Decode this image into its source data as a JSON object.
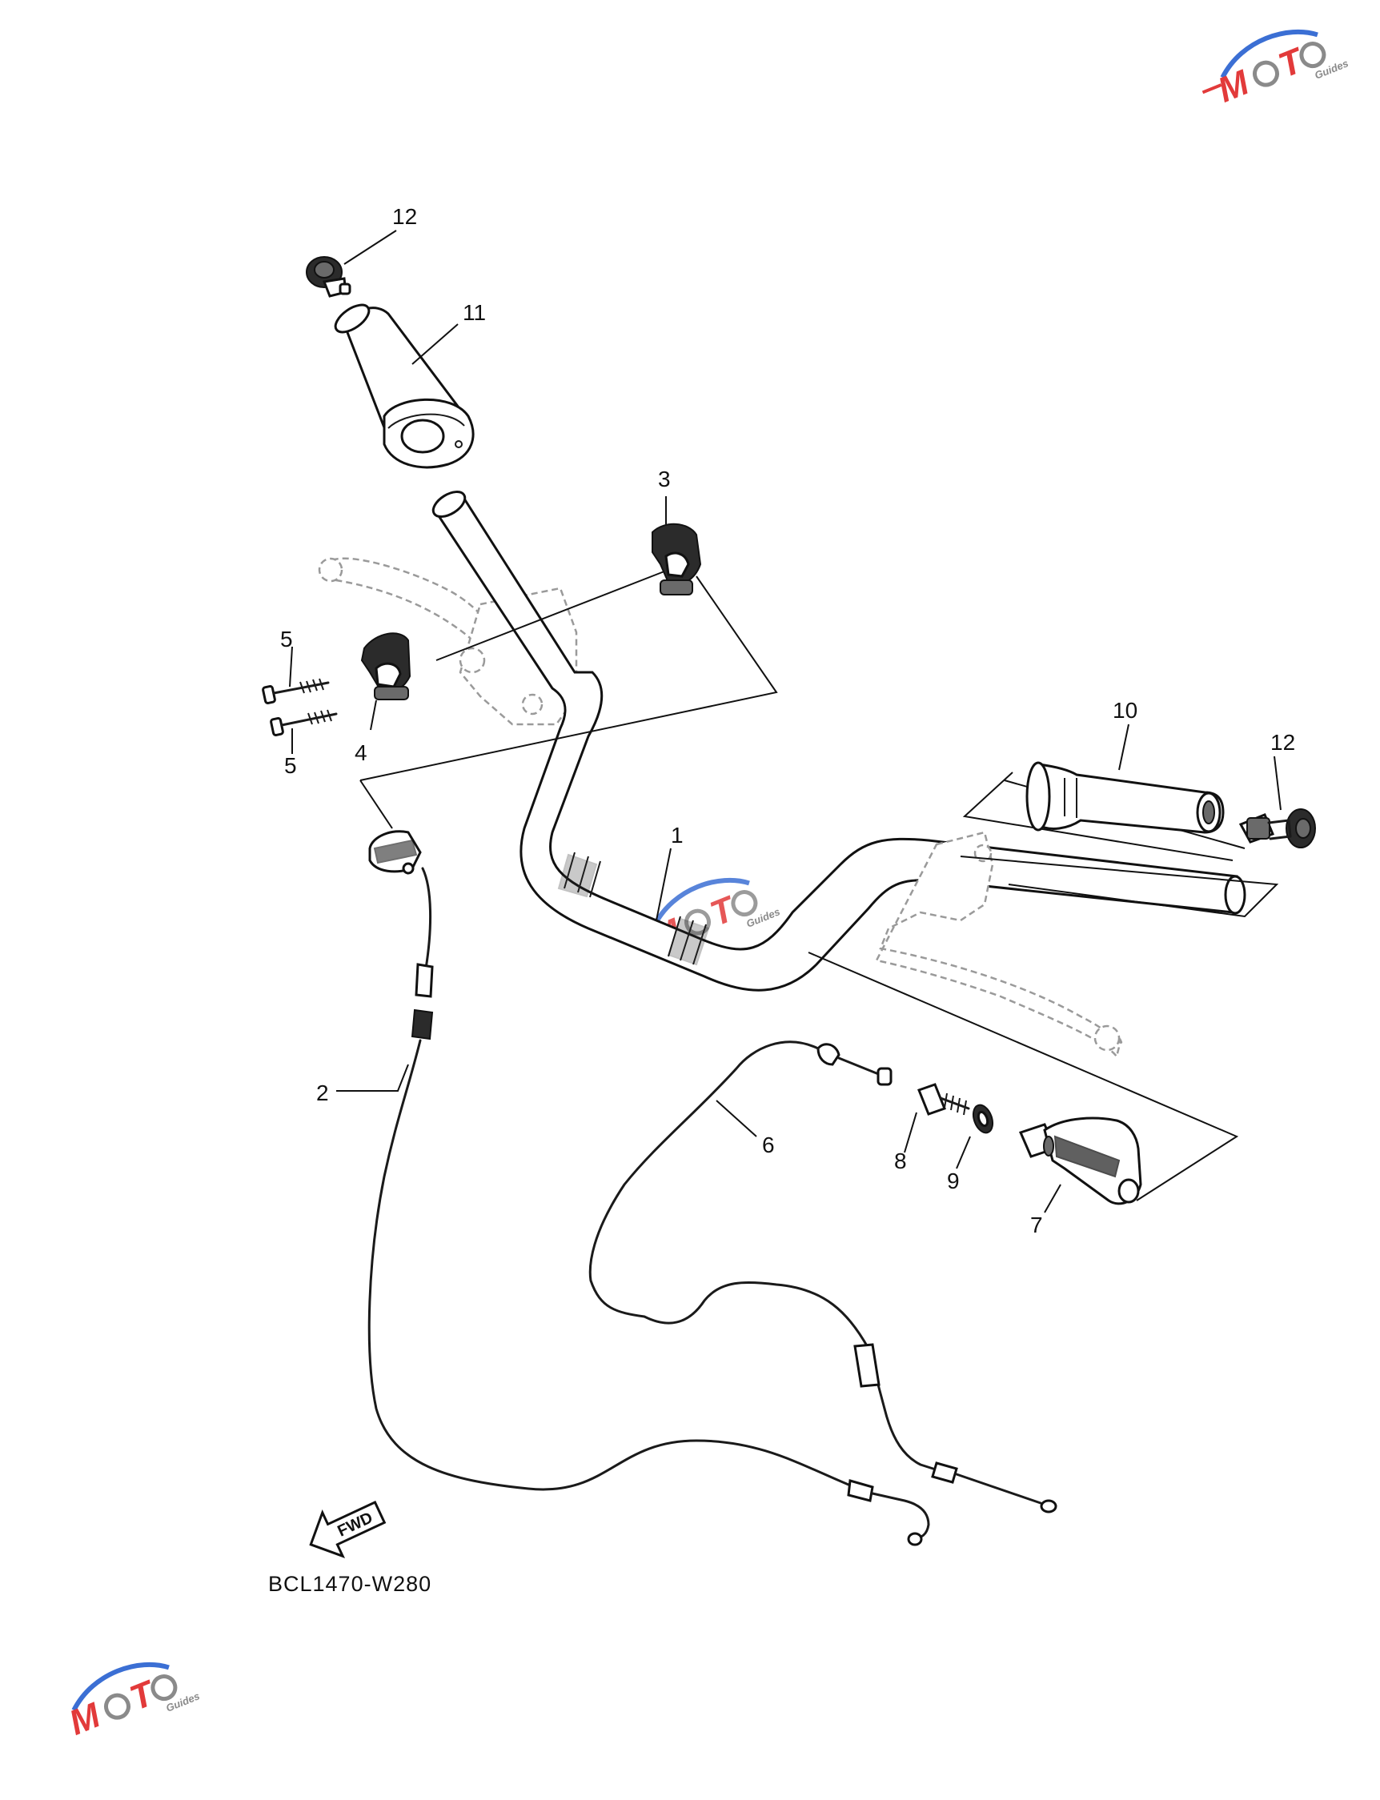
{
  "diagram": {
    "code": "BCL1470-W280",
    "fwd_label": "FWD",
    "callouts": [
      {
        "id": "1",
        "label": "1"
      },
      {
        "id": "2",
        "label": "2"
      },
      {
        "id": "3",
        "label": "3"
      },
      {
        "id": "4",
        "label": "4"
      },
      {
        "id": "5a",
        "label": "5"
      },
      {
        "id": "5b",
        "label": "5"
      },
      {
        "id": "6",
        "label": "6"
      },
      {
        "id": "7",
        "label": "7"
      },
      {
        "id": "8",
        "label": "8"
      },
      {
        "id": "9",
        "label": "9"
      },
      {
        "id": "10",
        "label": "10"
      },
      {
        "id": "11",
        "label": "11"
      },
      {
        "id": "12a",
        "label": "12"
      },
      {
        "id": "12b",
        "label": "12"
      }
    ]
  },
  "watermark": {
    "logo_text": "MOTO",
    "tag_text": "Guides",
    "colors": {
      "red": "#e23a3a",
      "blue": "#3b6fd4",
      "grey": "#8a8a8a"
    }
  }
}
